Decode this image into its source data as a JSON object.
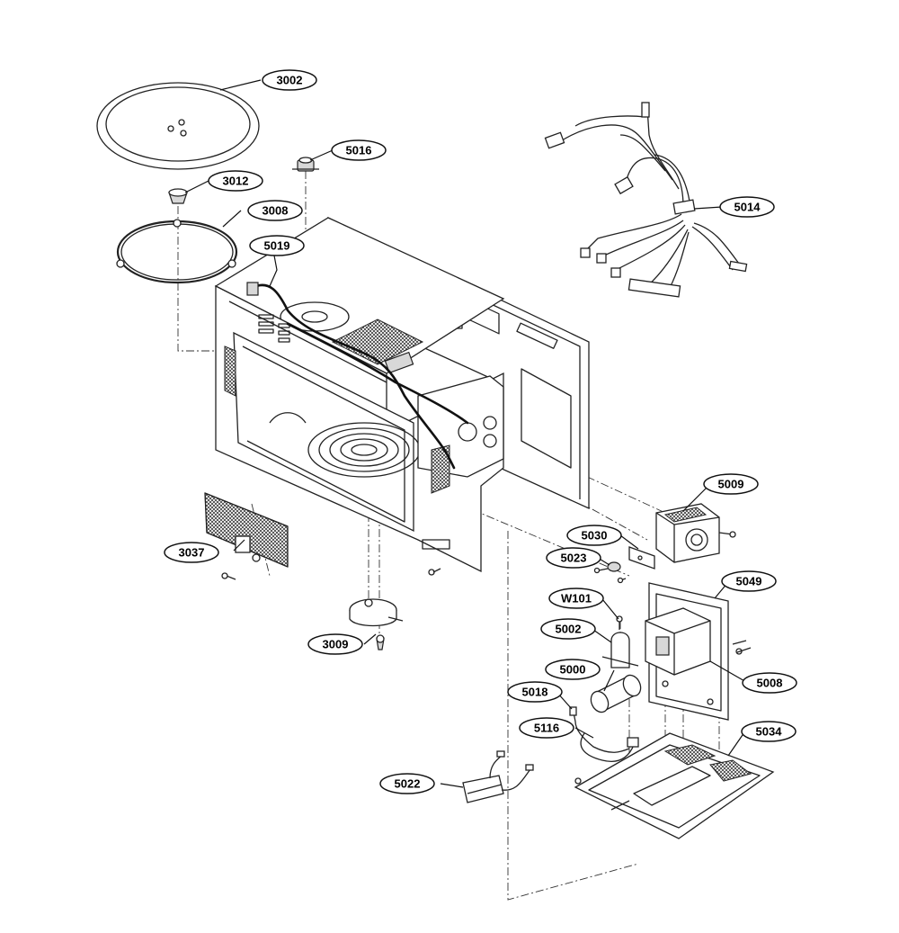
{
  "callouts": [
    {
      "id": "c3002",
      "label": "3002"
    },
    {
      "id": "c5016",
      "label": "5016"
    },
    {
      "id": "c3012",
      "label": "3012"
    },
    {
      "id": "c3008",
      "label": "3008"
    },
    {
      "id": "c5019",
      "label": "5019"
    },
    {
      "id": "c5014",
      "label": "5014"
    },
    {
      "id": "c5009",
      "label": "5009"
    },
    {
      "id": "c5030",
      "label": "5030"
    },
    {
      "id": "c5023",
      "label": "5023"
    },
    {
      "id": "c3037",
      "label": "3037"
    },
    {
      "id": "c5049",
      "label": "5049"
    },
    {
      "id": "cW101",
      "label": "W101"
    },
    {
      "id": "c5002",
      "label": "5002"
    },
    {
      "id": "c3009",
      "label": "3009"
    },
    {
      "id": "c5000",
      "label": "5000"
    },
    {
      "id": "c5008",
      "label": "5008"
    },
    {
      "id": "c5018",
      "label": "5018"
    },
    {
      "id": "c5116",
      "label": "5116"
    },
    {
      "id": "c5034",
      "label": "5034"
    },
    {
      "id": "c5022",
      "label": "5022"
    }
  ]
}
